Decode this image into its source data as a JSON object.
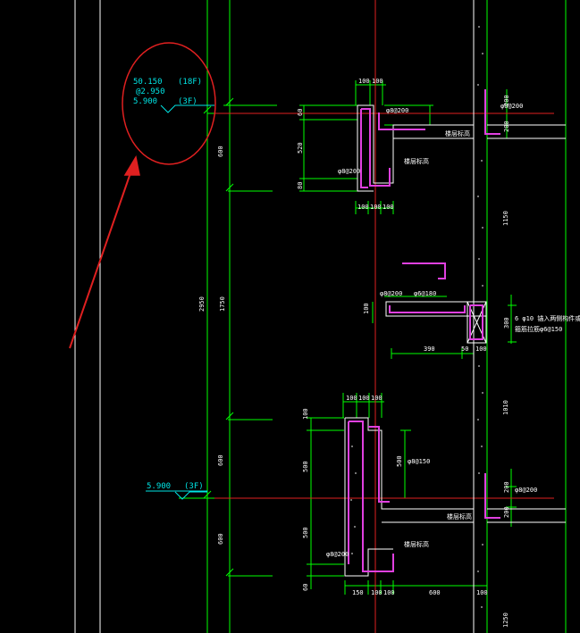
{
  "elevations": {
    "top_line1": "50.150",
    "top_floor1": "(18F)",
    "top_line2": "@2.950",
    "top_line3": "5.900",
    "top_floor3": "(3F)",
    "bottom_value": "5.900",
    "bottom_floor": "(3F)"
  },
  "dims_top": {
    "d100a": "100",
    "d100b": "100",
    "v60a": "60",
    "v520": "520",
    "v80": "80",
    "b100a": "100",
    "b100b": "100",
    "b100c": "100",
    "h600": "600"
  },
  "dims_overall": {
    "v2950": "2950",
    "v1750": "1750",
    "v1150": "1150",
    "v200a": "200",
    "v200b": "200"
  },
  "dims_mid": {
    "v100": "100",
    "v300": "300",
    "h390": "390",
    "h50": "50",
    "h100": "100"
  },
  "dims_bottom": {
    "t100a": "100",
    "t100b": "100",
    "t100c": "100",
    "v100": "100",
    "v500a": "500",
    "v500b": "500",
    "v500c": "500",
    "v600a": "600",
    "v600b": "600",
    "v60": "60",
    "v1010": "1010",
    "v200a": "200",
    "v200b": "200",
    "h150": "150",
    "h100a": "100",
    "h100b": "100",
    "h600": "600",
    "h100c": "100",
    "v1250": "1250"
  },
  "rebar": {
    "top_a": "φ8@200",
    "top_b": "φ8@200",
    "top_right": "φ8@200",
    "top_slab": "楼层标高",
    "top_slab2": "楼层标高",
    "mid_a": "φ8@200",
    "mid_b": "φ6@180",
    "mid_c": "6 φ10 锚入两侧构件或墙中",
    "mid_d": "箍筋拉筋φ6@150",
    "bot_a": "φ8@150",
    "bot_b": "φ8@200",
    "bot_slab": "楼层标高",
    "bot_slab2": "楼层标高",
    "bot_right": "φ8@200"
  }
}
